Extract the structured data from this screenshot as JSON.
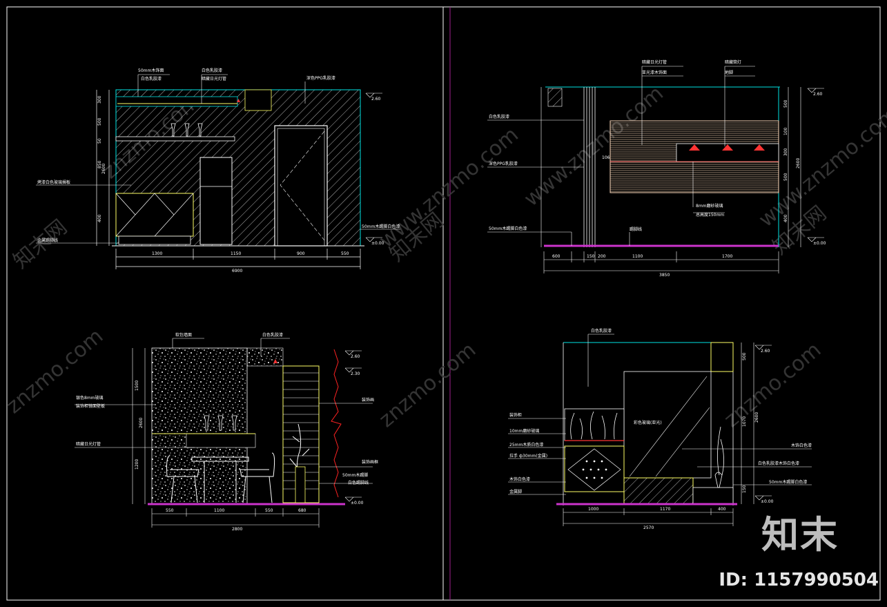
{
  "watermark": {
    "site": "znzmo.com",
    "brand_cn": "知末",
    "brand_net": "知末网",
    "www": "www.znzmo.com",
    "id_label": "ID: 1157990504"
  },
  "colors": {
    "background": "#000000",
    "frame": "#ffffff",
    "wall": "#00e5e5",
    "hatch": "#ffffff",
    "fixture": "#ffff66",
    "floor": "#cc33cc",
    "lamp": "#ff3333",
    "wavy": "#ff2222"
  },
  "views": {
    "tl": {
      "labels": [
        "50mm木饰面",
        "白色乳胶漆",
        "白色乳胶漆",
        "暗藏日光灯管",
        "深色PPG乳胶漆",
        "烤漆白色玻璃搁板",
        "金属踢脚线",
        "50mm木踢脚白色漆"
      ],
      "levels": [
        "2.60",
        "±0.00"
      ],
      "vdims": [
        "300",
        "500",
        "50",
        "850",
        "2600",
        "400"
      ],
      "hdims": [
        "1300",
        "1150",
        "900",
        "550"
      ],
      "total": "6900"
    },
    "tr": {
      "labels": [
        "暗藏日光灯管",
        "亚光漆木饰面",
        "暗藏筒灯",
        "地脚",
        "白色乳胶漆",
        "深色PPG乳胶漆",
        "8mm磨砂玻璃",
        "总高度150mm",
        "50mm木踢脚白色漆",
        "踢脚线"
      ],
      "levels": [
        "2.60",
        "±0.00"
      ],
      "vdims": [
        "500",
        "100",
        "300",
        "500",
        "2600",
        "400"
      ],
      "side": "106",
      "hdims": [
        "600",
        "150",
        "200",
        "1100",
        "1700"
      ],
      "total": "3850"
    },
    "bl": {
      "labels": [
        "软包墙面",
        "白色乳胶漆",
        "银色8mm玻璃",
        "装饰柜镜面壁板",
        "暗藏日光灯管",
        "装饰画",
        "装饰画框",
        "50mm木踢脚",
        "白色踢脚线"
      ],
      "levels": [
        "2.60",
        "2.30",
        "±0.00"
      ],
      "vdims": [
        "1500",
        "2600",
        "1200"
      ],
      "hdims": [
        "550",
        "1100",
        "550",
        "680"
      ],
      "total": "2800"
    },
    "br": {
      "labels": [
        "白色乳胶漆",
        "装饰柜",
        "10mm磨砂玻璃",
        "25mm木质白色漆",
        "拉手 ф30mm(金属)",
        "木饰白色漆",
        "金属脚",
        "彩色玻璃(亚光)",
        "木饰白色漆",
        "白色乳胶漆木饰白色漆",
        "50mm木踢脚白色漆"
      ],
      "levels": [
        "2.60",
        "±0.00"
      ],
      "vdims": [
        "500",
        "1070",
        "2600",
        "150"
      ],
      "hdims": [
        "1000",
        "1170",
        "400"
      ],
      "total": "2570"
    }
  }
}
